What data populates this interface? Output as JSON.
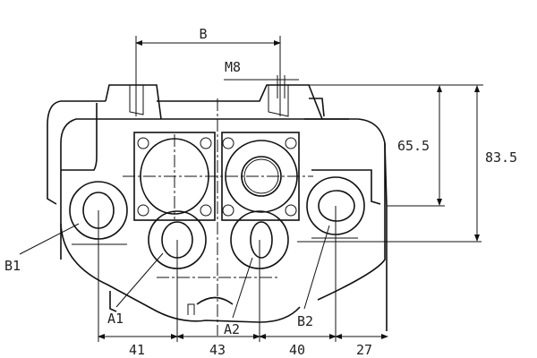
{
  "drawing": {
    "dimensions": {
      "b": "B",
      "thread": "M8",
      "height_inner": "65.5",
      "height_outer": "83.5",
      "bottom": [
        "41",
        "43",
        "40",
        "27"
      ]
    },
    "ports": [
      "B1",
      "A1",
      "A2",
      "B2"
    ]
  }
}
